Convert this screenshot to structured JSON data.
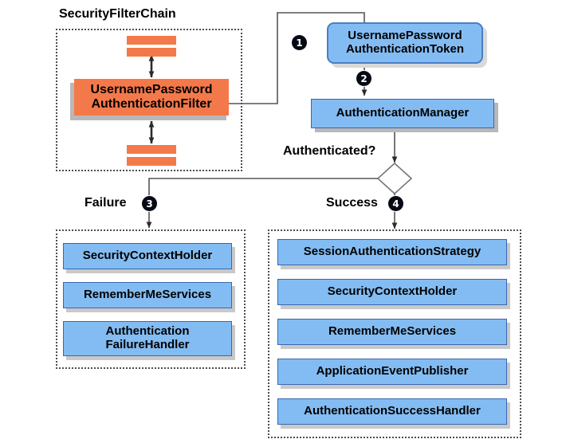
{
  "diagram": {
    "title": "Spring Security UsernamePasswordAuthenticationFilter flow",
    "colors": {
      "node_blue_fill": "#83bcf2",
      "node_blue_border": "#3a66b0",
      "node_orange_fill": "#f4794a",
      "group_border": "#4d4d4d",
      "connector": "#555555",
      "bullet_fill": "#050a14",
      "background": "#ffffff"
    }
  },
  "filter_chain": {
    "title": "SecurityFilterChain",
    "top_bars": [
      "filter-bar",
      "filter-bar"
    ],
    "bottom_bars": [
      "filter-bar",
      "filter-bar"
    ],
    "main_filter": "UsernamePassword\nAuthenticationFilter",
    "main_filter_line1": "UsernamePassword",
    "main_filter_line2": "AuthenticationFilter"
  },
  "flow": {
    "token": {
      "line1": "UsernamePassword",
      "line2": "AuthenticationToken"
    },
    "manager": "AuthenticationManager",
    "decision_label": "Authenticated?",
    "decision_shape": "diamond",
    "branch_failure_label": "Failure",
    "branch_success_label": "Success"
  },
  "bullets": {
    "one": "❶",
    "two": "❷",
    "three": "❸",
    "four": "❹",
    "one_num": "1",
    "two_num": "2",
    "three_num": "3",
    "four_num": "4"
  },
  "failure_group": {
    "items": [
      {
        "label": "SecurityContextHolder",
        "lines": 1
      },
      {
        "label": "RememberMeServices",
        "lines": 1
      },
      {
        "label": "Authentication\nFailureHandler",
        "lines": 2,
        "line1": "Authentication",
        "line2": "FailureHandler"
      }
    ]
  },
  "success_group": {
    "items": [
      {
        "label": "SessionAuthenticationStrategy"
      },
      {
        "label": "SecurityContextHolder"
      },
      {
        "label": "RememberMeServices"
      },
      {
        "label": "ApplicationEventPublisher"
      },
      {
        "label": "AuthenticationSuccessHandler"
      }
    ]
  }
}
